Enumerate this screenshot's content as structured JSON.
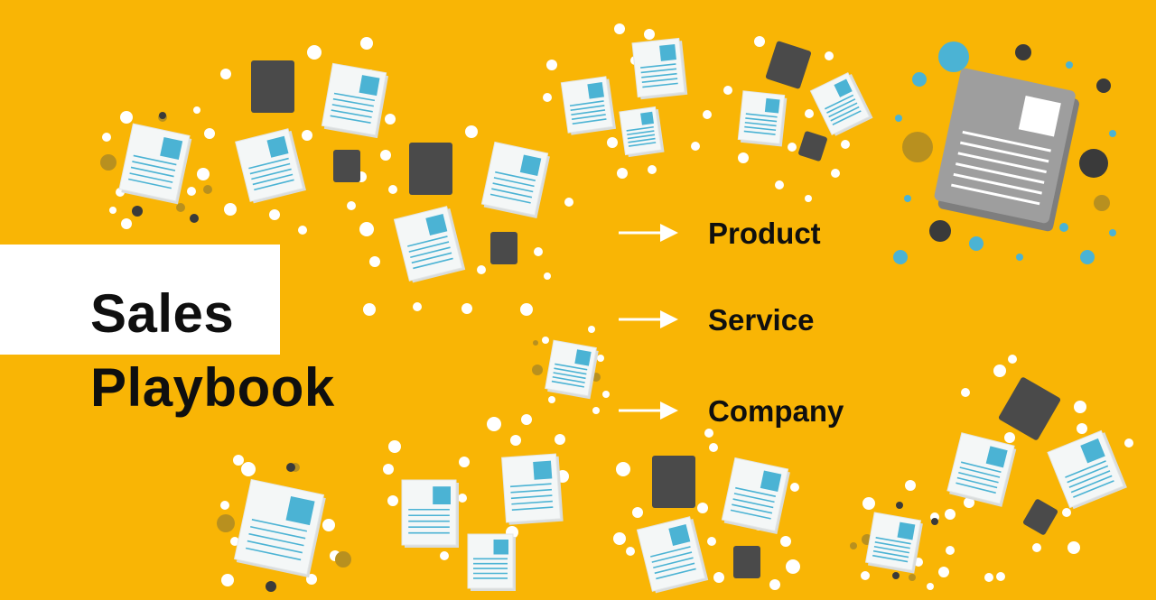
{
  "title": {
    "line1": "Sales",
    "line2": "Playbook"
  },
  "topics": [
    {
      "label": "Product"
    },
    {
      "label": "Service"
    },
    {
      "label": "Company"
    }
  ],
  "colors": {
    "background": "#F9B505",
    "title_box": "#FFFFFF",
    "text": "#0F0F0F",
    "dark_square": "#4A4A4A",
    "doc_paper": "#F4F7F7",
    "doc_accent": "#4BB3D4",
    "dot_white": "#FFFFFF",
    "dot_olive": "#B8901F",
    "dot_teal": "#4BB3D4",
    "big_doc": "#9E9E9E"
  },
  "icons": [
    "document-icon",
    "dark-square-icon",
    "arrow-right-icon"
  ]
}
